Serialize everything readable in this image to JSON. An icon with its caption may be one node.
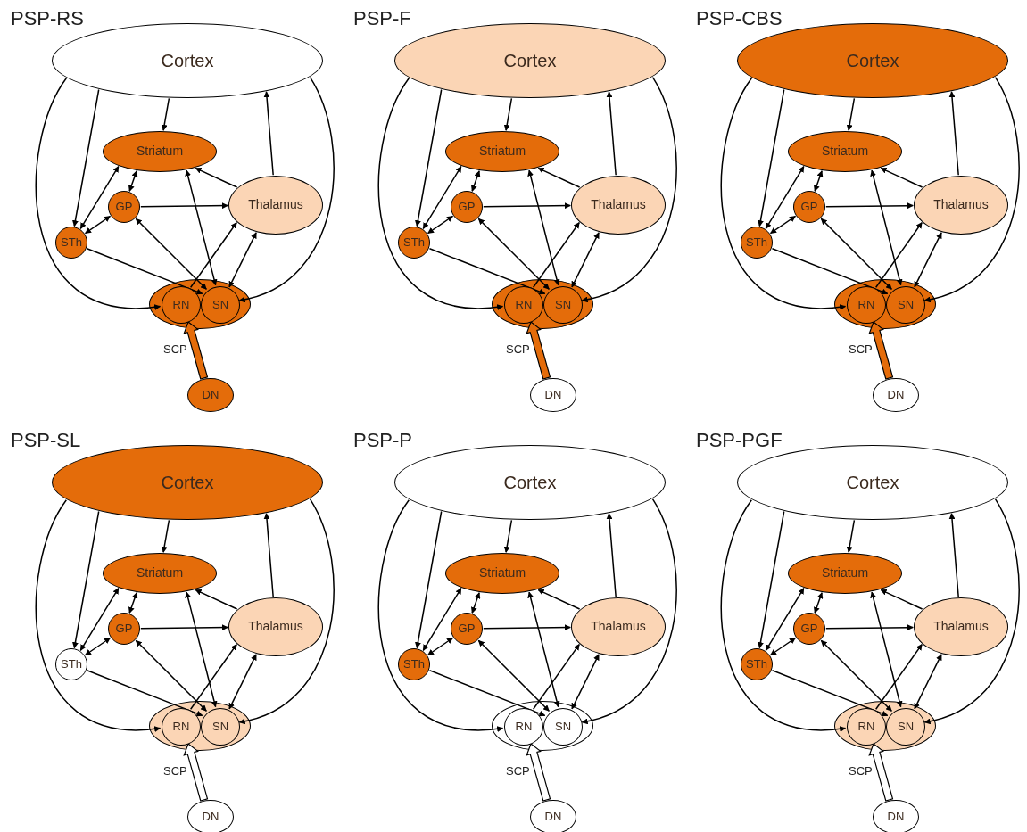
{
  "diagram": {
    "nodes": [
      {
        "text": [
          "PSP-RS"
        ]
      },
      {
        "text": [
          "Cortex"
        ],
        "in": 0
      },
      {
        "text": [
          "Striatum"
        ],
        "in": 0
      },
      {
        "text": [
          "GP"
        ],
        "in": 0
      },
      {
        "text": [
          "Thalamus"
        ],
        "in": 0
      },
      {
        "text": [
          "STh"
        ],
        "in": 0
      },
      {
        "text": [],
        "shape": "ellipse",
        "in": 0
      },
      {
        "text": [
          "RN"
        ],
        "in": 6
      },
      {
        "text": [
          "SN"
        ],
        "in": 6
      },
      {
        "text": [
          "DN"
        ],
        "in": 0
      },
      {
        "text": [
          "PSP-F"
        ]
      },
      {
        "text": [
          "Cortex"
        ],
        "in": 10
      },
      {
        "text": [
          "Striatum"
        ],
        "in": 10
      },
      {
        "text": [
          "GP"
        ],
        "in": 10
      },
      {
        "text": [
          "Thalamus"
        ],
        "in": 10
      },
      {
        "text": [
          "STh"
        ],
        "in": 10
      },
      {
        "text": [],
        "shape": "ellipse",
        "in": 10
      },
      {
        "text": [
          "RN"
        ],
        "in": 16
      },
      {
        "text": [
          "SN"
        ],
        "in": 16
      },
      {
        "text": [
          "DN"
        ],
        "in": 10
      },
      {
        "text": [
          "PSP-CBS"
        ]
      },
      {
        "text": [
          "Cortex"
        ],
        "in": 20
      },
      {
        "text": [
          "Striatum"
        ],
        "in": 20
      },
      {
        "text": [
          "GP"
        ],
        "in": 20
      },
      {
        "text": [
          "Thalamus"
        ],
        "in": 20
      },
      {
        "text": [
          "STh"
        ],
        "in": 20
      },
      {
        "text": [],
        "shape": "ellipse",
        "in": 20
      },
      {
        "text": [
          "RN"
        ],
        "in": 26
      },
      {
        "text": [
          "SN"
        ],
        "in": 26
      },
      {
        "text": [
          "DN"
        ],
        "in": 20
      },
      {
        "text": [
          "PSP-SL"
        ]
      },
      {
        "text": [
          "Cortex"
        ],
        "in": 30
      },
      {
        "text": [
          "Striatum"
        ],
        "in": 30
      },
      {
        "text": [
          "GP"
        ],
        "in": 30
      },
      {
        "text": [
          "Thalamus"
        ],
        "in": 30
      },
      {
        "text": [
          "STh"
        ],
        "in": 30
      },
      {
        "text": [],
        "shape": "ellipse",
        "in": 30
      },
      {
        "text": [
          "RN"
        ],
        "in": 36
      },
      {
        "text": [
          "SN"
        ],
        "in": 36
      },
      {
        "text": [
          "DN"
        ],
        "in": 30
      },
      {
        "text": [
          "PSP-P"
        ]
      },
      {
        "text": [
          "Cortex"
        ],
        "in": 40
      },
      {
        "text": [
          "Striatum"
        ],
        "in": 40
      },
      {
        "text": [
          "GP"
        ],
        "in": 40
      },
      {
        "text": [
          "Thalamus"
        ],
        "in": 40
      },
      {
        "text": [
          "STh"
        ],
        "in": 40
      },
      {
        "text": [],
        "shape": "ellipse",
        "in": 40
      },
      {
        "text": [
          "RN"
        ],
        "in": 46
      },
      {
        "text": [
          "SN"
        ],
        "in": 46
      },
      {
        "text": [
          "DN"
        ],
        "in": 40
      },
      {
        "text": [
          "PSP-PGF"
        ]
      },
      {
        "text": [
          "Cortex"
        ],
        "in": 50
      },
      {
        "text": [
          "Striatum"
        ],
        "in": 50
      },
      {
        "text": [
          "GP"
        ],
        "in": 50
      },
      {
        "text": [
          "Thalamus"
        ],
        "in": 50
      },
      {
        "text": [
          "STh"
        ],
        "in": 50
      },
      {
        "text": [],
        "shape": "ellipse",
        "in": 50
      },
      {
        "text": [
          "RN"
        ],
        "in": 56
      },
      {
        "text": [
          "SN"
        ],
        "in": 56
      },
      {
        "text": [
          "DN"
        ],
        "in": 50
      }
    ],
    "edges": [
      {
        "from": 1,
        "to": 2,
        "arrow": "to"
      },
      {
        "from": 4,
        "to": 1,
        "arrow": "to"
      },
      {
        "from": 1,
        "to": 5,
        "arrow": "to"
      },
      {
        "from": 1,
        "to": 7,
        "arrow": "to"
      },
      {
        "from": 1,
        "to": 8,
        "arrow": "to"
      },
      {
        "from": 5,
        "to": 2,
        "arrow": "both"
      },
      {
        "from": 5,
        "to": 3,
        "arrow": "both"
      },
      {
        "from": 3,
        "to": 2,
        "arrow": "both"
      },
      {
        "from": 3,
        "to": 4,
        "arrow": "to"
      },
      {
        "from": 4,
        "to": 2,
        "arrow": "to"
      },
      {
        "from": 5,
        "to": 8,
        "arrow": "to"
      },
      {
        "from": 3,
        "to": 8,
        "arrow": "both"
      },
      {
        "from": 2,
        "to": 8,
        "arrow": "both"
      },
      {
        "from": 7,
        "to": 4,
        "arrow": "to"
      },
      {
        "from": 8,
        "to": 4,
        "arrow": "both"
      },
      {
        "from": 9,
        "to": 7,
        "arrow": "to",
        "label": "SCP",
        "style": "thick",
        "color": "#e46c0a"
      },
      {
        "from": 11,
        "to": 12,
        "arrow": "to"
      },
      {
        "from": 14,
        "to": 11,
        "arrow": "to"
      },
      {
        "from": 11,
        "to": 15,
        "arrow": "to"
      },
      {
        "from": 11,
        "to": 17,
        "arrow": "to"
      },
      {
        "from": 11,
        "to": 18,
        "arrow": "to"
      },
      {
        "from": 15,
        "to": 12,
        "arrow": "both"
      },
      {
        "from": 15,
        "to": 13,
        "arrow": "both"
      },
      {
        "from": 13,
        "to": 12,
        "arrow": "both"
      },
      {
        "from": 13,
        "to": 14,
        "arrow": "to"
      },
      {
        "from": 14,
        "to": 12,
        "arrow": "to"
      },
      {
        "from": 15,
        "to": 18,
        "arrow": "to"
      },
      {
        "from": 13,
        "to": 18,
        "arrow": "both"
      },
      {
        "from": 12,
        "to": 18,
        "arrow": "both"
      },
      {
        "from": 17,
        "to": 14,
        "arrow": "to"
      },
      {
        "from": 18,
        "to": 14,
        "arrow": "both"
      },
      {
        "from": 19,
        "to": 17,
        "arrow": "to",
        "label": "SCP",
        "style": "thick",
        "color": "#e46c0a"
      },
      {
        "from": 21,
        "to": 22,
        "arrow": "to"
      },
      {
        "from": 24,
        "to": 21,
        "arrow": "to"
      },
      {
        "from": 21,
        "to": 25,
        "arrow": "to"
      },
      {
        "from": 21,
        "to": 27,
        "arrow": "to"
      },
      {
        "from": 21,
        "to": 28,
        "arrow": "to"
      },
      {
        "from": 25,
        "to": 22,
        "arrow": "both"
      },
      {
        "from": 25,
        "to": 23,
        "arrow": "both"
      },
      {
        "from": 23,
        "to": 22,
        "arrow": "both"
      },
      {
        "from": 23,
        "to": 24,
        "arrow": "to"
      },
      {
        "from": 24,
        "to": 22,
        "arrow": "to"
      },
      {
        "from": 25,
        "to": 28,
        "arrow": "to"
      },
      {
        "from": 23,
        "to": 28,
        "arrow": "both"
      },
      {
        "from": 22,
        "to": 28,
        "arrow": "both"
      },
      {
        "from": 27,
        "to": 24,
        "arrow": "to"
      },
      {
        "from": 28,
        "to": 24,
        "arrow": "both"
      },
      {
        "from": 29,
        "to": 27,
        "arrow": "to",
        "label": "SCP",
        "style": "thick",
        "color": "#e46c0a"
      },
      {
        "from": 31,
        "to": 32,
        "arrow": "to"
      },
      {
        "from": 34,
        "to": 31,
        "arrow": "to"
      },
      {
        "from": 31,
        "to": 35,
        "arrow": "to"
      },
      {
        "from": 31,
        "to": 37,
        "arrow": "to"
      },
      {
        "from": 31,
        "to": 38,
        "arrow": "to"
      },
      {
        "from": 35,
        "to": 32,
        "arrow": "both"
      },
      {
        "from": 35,
        "to": 33,
        "arrow": "both"
      },
      {
        "from": 33,
        "to": 32,
        "arrow": "both"
      },
      {
        "from": 33,
        "to": 34,
        "arrow": "to"
      },
      {
        "from": 34,
        "to": 32,
        "arrow": "to"
      },
      {
        "from": 35,
        "to": 38,
        "arrow": "to"
      },
      {
        "from": 33,
        "to": 38,
        "arrow": "both"
      },
      {
        "from": 32,
        "to": 38,
        "arrow": "both"
      },
      {
        "from": 37,
        "to": 34,
        "arrow": "to"
      },
      {
        "from": 38,
        "to": 34,
        "arrow": "both"
      },
      {
        "from": 39,
        "to": 37,
        "arrow": "to",
        "label": "SCP",
        "style": "thick",
        "color": "#ffffff"
      },
      {
        "from": 41,
        "to": 42,
        "arrow": "to"
      },
      {
        "from": 44,
        "to": 41,
        "arrow": "to"
      },
      {
        "from": 41,
        "to": 45,
        "arrow": "to"
      },
      {
        "from": 41,
        "to": 47,
        "arrow": "to"
      },
      {
        "from": 41,
        "to": 48,
        "arrow": "to"
      },
      {
        "from": 45,
        "to": 42,
        "arrow": "both"
      },
      {
        "from": 45,
        "to": 43,
        "arrow": "both"
      },
      {
        "from": 43,
        "to": 42,
        "arrow": "both"
      },
      {
        "from": 43,
        "to": 44,
        "arrow": "to"
      },
      {
        "from": 44,
        "to": 42,
        "arrow": "to"
      },
      {
        "from": 45,
        "to": 48,
        "arrow": "to"
      },
      {
        "from": 43,
        "to": 48,
        "arrow": "both"
      },
      {
        "from": 42,
        "to": 48,
        "arrow": "both"
      },
      {
        "from": 47,
        "to": 44,
        "arrow": "to"
      },
      {
        "from": 48,
        "to": 44,
        "arrow": "both"
      },
      {
        "from": 49,
        "to": 47,
        "arrow": "to",
        "label": "SCP",
        "style": "thick",
        "color": "#ffffff"
      },
      {
        "from": 51,
        "to": 52,
        "arrow": "to"
      },
      {
        "from": 54,
        "to": 51,
        "arrow": "to"
      },
      {
        "from": 51,
        "to": 55,
        "arrow": "to"
      },
      {
        "from": 51,
        "to": 57,
        "arrow": "to"
      },
      {
        "from": 51,
        "to": 58,
        "arrow": "to"
      },
      {
        "from": 55,
        "to": 52,
        "arrow": "both"
      },
      {
        "from": 55,
        "to": 53,
        "arrow": "both"
      },
      {
        "from": 53,
        "to": 52,
        "arrow": "both"
      },
      {
        "from": 53,
        "to": 54,
        "arrow": "to"
      },
      {
        "from": 54,
        "to": 52,
        "arrow": "to"
      },
      {
        "from": 55,
        "to": 58,
        "arrow": "to"
      },
      {
        "from": 53,
        "to": 58,
        "arrow": "both"
      },
      {
        "from": 52,
        "to": 58,
        "arrow": "both"
      },
      {
        "from": 57,
        "to": 54,
        "arrow": "to"
      },
      {
        "from": 58,
        "to": 54,
        "arrow": "both"
      },
      {
        "from": 59,
        "to": 57,
        "arrow": "to",
        "label": "SCP",
        "style": "thick",
        "color": "#ffffff"
      }
    ]
  }
}
